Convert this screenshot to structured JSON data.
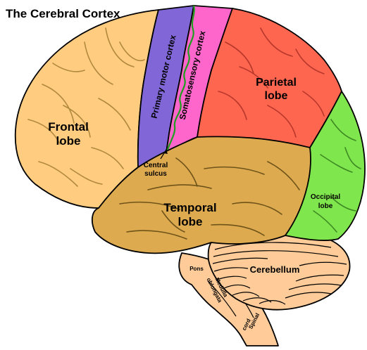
{
  "title": "The Cerebral Cortex",
  "regions": {
    "frontal": {
      "label_line1": "Frontal",
      "label_line2": "lobe",
      "color": "#FFCC80"
    },
    "primary_motor": {
      "label": "Primary motor cortex",
      "color": "#8066D6"
    },
    "somatosensory": {
      "label": "Somatosensory cortex",
      "color": "#FF66CC"
    },
    "parietal": {
      "label_line1": "Parietal",
      "label_line2": "lobe",
      "color": "#FF6650"
    },
    "occipital": {
      "label_line1": "Occipital",
      "label_line2": "lobe",
      "color": "#80E64D"
    },
    "temporal": {
      "label_line1": "Temporal",
      "label_line2": "lobe",
      "color": "#DEAA50"
    },
    "cerebellum": {
      "label": "Cerebellum",
      "color": "#FFCC99"
    },
    "pons": {
      "label": "Pons"
    },
    "medulla": {
      "label_line1": "Medulla",
      "label_line2": "oblongata"
    },
    "spinal_cord": {
      "label_line1": "Spinal",
      "label_line2": "cord"
    }
  },
  "central_sulcus": {
    "label_line1": "Central",
    "label_line2": "sulcus",
    "color": "#1F9E1F"
  }
}
